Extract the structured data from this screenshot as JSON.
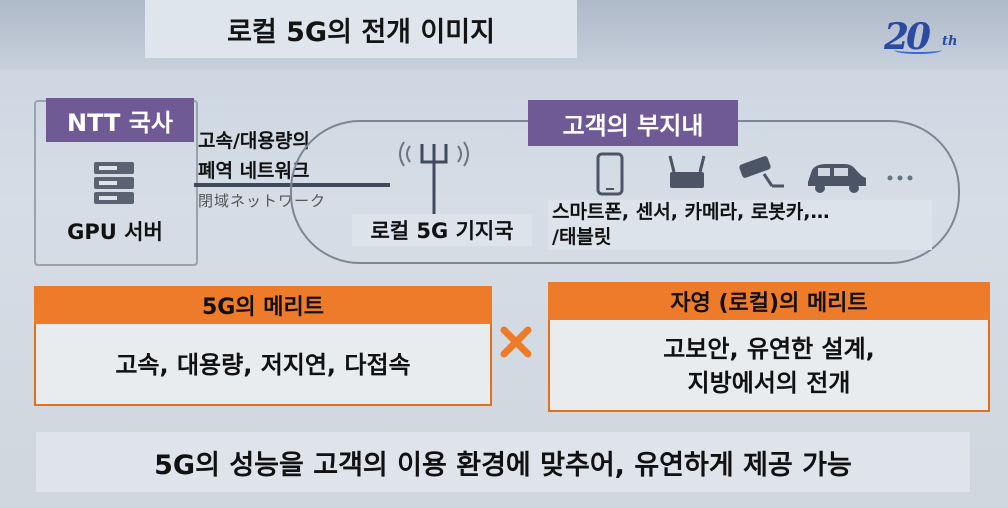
{
  "slide": {
    "title": "로컬 5G의 전개 이미지",
    "logo_number": "20",
    "logo_suffix": "th"
  },
  "ntt": {
    "badge": "NTT 국사",
    "server_label": "GPU 서버",
    "network_label_line1": "고속/대용량의",
    "network_label_line2": "폐역 네트워크",
    "network_label_jp": "閉域ネットワーク"
  },
  "customer": {
    "badge": "고객의 부지내",
    "base_station_label": "로컬 5G 기지국",
    "devices_line1": "스마트폰, 센서, 카메라, 로봇카,…",
    "devices_line2": "/태블릿",
    "device_icons": [
      "smartphone-icon",
      "sensor-icon",
      "camera-icon",
      "car-icon",
      "ellipsis-icon"
    ]
  },
  "merits": {
    "left_title": "5G의 메리트",
    "left_body": "고속, 대용량, 저지연, 다접속",
    "right_title": "자영 (로컬)의 메리트",
    "right_body_line1": "고보안, 유연한 설계,",
    "right_body_line2": "지방에서의 전개"
  },
  "summary": "5G의 성능을 고객의 이용 환경에 맞추어,  유연하게 제공 가능",
  "colors": {
    "badge_purple": "#6f5a96",
    "merit_orange": "#ee7b2a",
    "logo_blue": "#2b4aa0"
  }
}
